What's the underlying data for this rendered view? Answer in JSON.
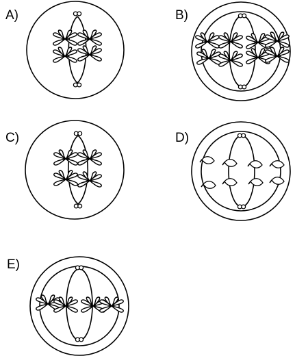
{
  "panels": [
    {
      "label": "A)"
    },
    {
      "label": "B)"
    },
    {
      "label": "C)"
    },
    {
      "label": "D)"
    },
    {
      "label": "E)"
    }
  ]
}
